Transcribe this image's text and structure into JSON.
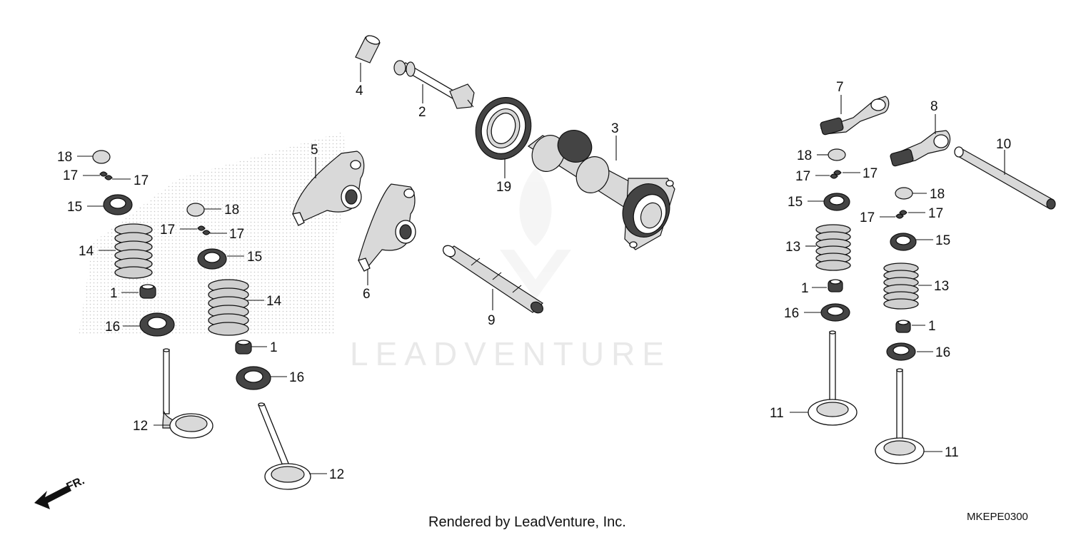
{
  "footer": {
    "rendered_by": "Rendered by LeadVenture, Inc.",
    "diagram_code": "MKEPE0300"
  },
  "watermark": {
    "text": "LEADVENTURE",
    "color": "#e9e9e9"
  },
  "front_arrow": {
    "label": "FR."
  },
  "callouts": {
    "c1a": "1",
    "c1b": "1",
    "c1c": "1",
    "c1d": "1",
    "c2": "2",
    "c3": "3",
    "c4": "4",
    "c5": "5",
    "c6": "6",
    "c7": "7",
    "c8": "8",
    "c9": "9",
    "c10": "10",
    "c11a": "11",
    "c11b": "11",
    "c12a": "12",
    "c12b": "12",
    "c13a": "13",
    "c13b": "13",
    "c14a": "14",
    "c14b": "14",
    "c15a": "15",
    "c15b": "15",
    "c15c": "15",
    "c15d": "15",
    "c16a": "16",
    "c16b": "16",
    "c16c": "16",
    "c16d": "16",
    "c17a": "17",
    "c17b": "17",
    "c17c": "17",
    "c17d": "17",
    "c17e": "17",
    "c17f": "17",
    "c17g": "17",
    "c17h": "17",
    "c18a": "18",
    "c18b": "18",
    "c18c": "18",
    "c18d": "18",
    "c19": "19"
  }
}
